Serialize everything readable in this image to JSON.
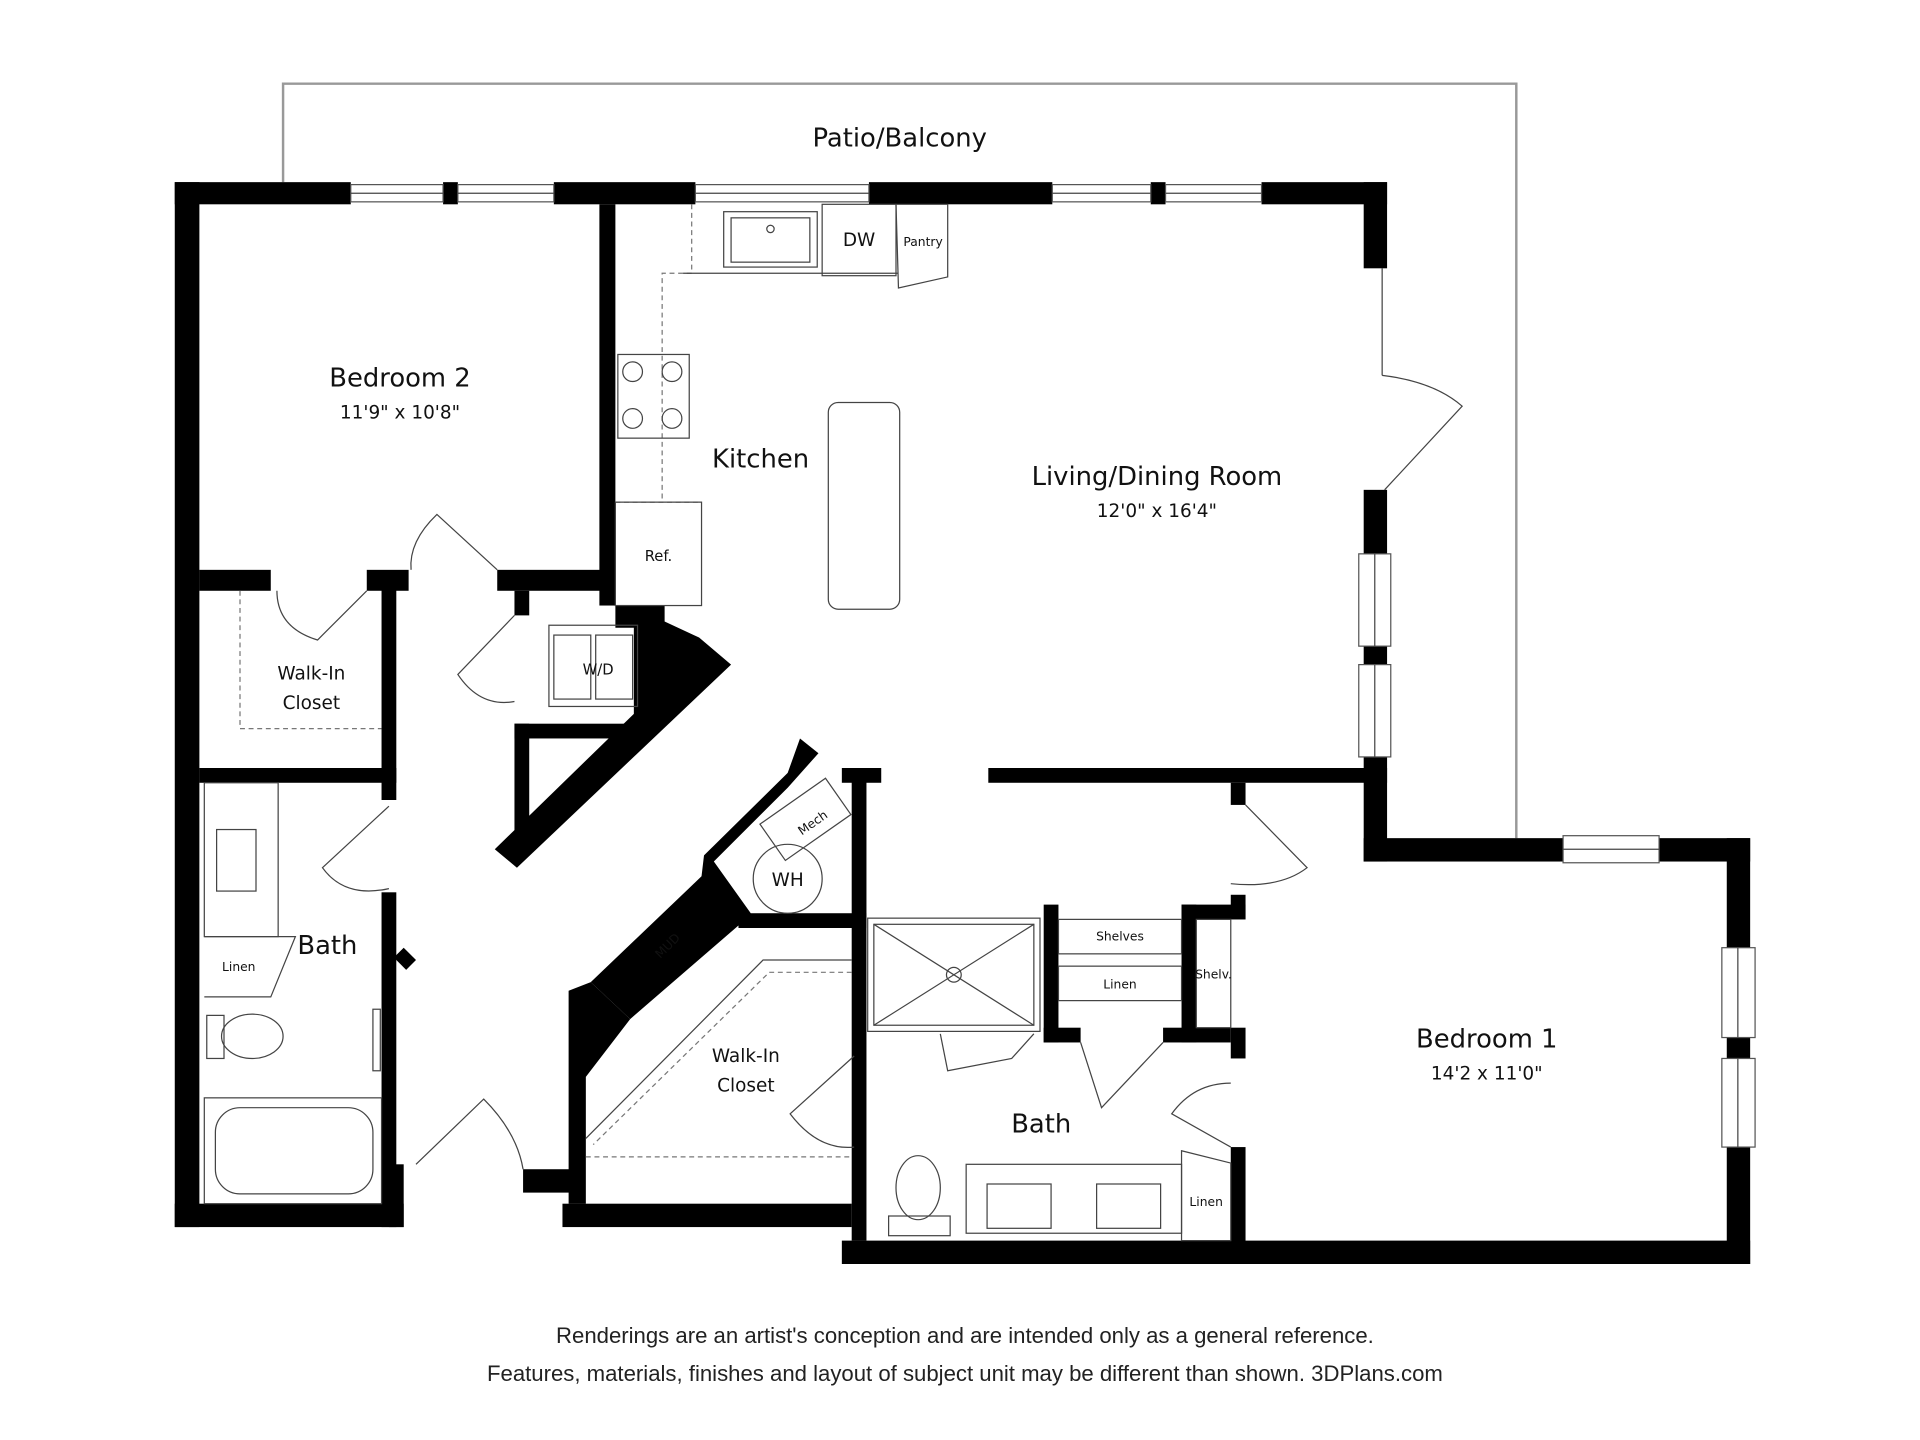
{
  "patio": "Patio/Balcony",
  "rooms": {
    "bedroom2": {
      "name": "Bedroom 2",
      "dims": "11'9\" x 10'8\""
    },
    "kitchen": {
      "name": "Kitchen"
    },
    "living": {
      "name": "Living/Dining Room",
      "dims": "12'0\" x 16'4\""
    },
    "closet1": {
      "line1": "Walk-In",
      "line2": "Closet"
    },
    "bath2": {
      "name": "Bath"
    },
    "closet2": {
      "line1": "Walk-In",
      "line2": "Closet"
    },
    "bath1": {
      "name": "Bath"
    },
    "bedroom1": {
      "name": "Bedroom 1",
      "dims": "14'2 x 11'0\""
    }
  },
  "fixtures": {
    "dw": "DW",
    "pantry": "Pantry",
    "ref": "Ref.",
    "wd": "W/D",
    "mech": "Mech",
    "wh": "WH",
    "mud": "MUD",
    "linen_bath2": "Linen",
    "shelves": "Shelves",
    "linen_hall": "Linen",
    "shelv": "Shelv.",
    "linen_bath1": "Linen"
  },
  "disclaimer": {
    "line1": "Renderings are an artist's conception and are intended only as a general reference.",
    "line2": "Features, materials, finishes and layout of subject unit may be different than shown. 3DPlans.com"
  }
}
